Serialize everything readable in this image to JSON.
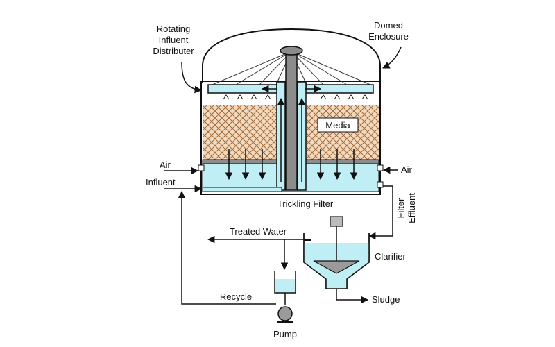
{
  "labels": {
    "rotating_distributer": [
      "Rotating",
      "Influent",
      "Distributer"
    ],
    "domed_enclosure": [
      "Domed",
      "Enclosure"
    ],
    "media": "Media",
    "air_left": "Air",
    "air_right": "Air",
    "influent": "Influent",
    "trickling_filter": "Trickling Filter",
    "filter_effluent": [
      "Filter",
      "Effluent"
    ],
    "treated_water": "Treated Water",
    "clarifier": "Clarifier",
    "sludge": "Sludge",
    "recycle": "Recycle",
    "pump": "Pump"
  },
  "colors": {
    "water": "#bfeff5",
    "media_fill": "#f3d9bd",
    "media_hatch": "#a06a3c",
    "line": "#111111",
    "grey": "#8c8c8c"
  }
}
